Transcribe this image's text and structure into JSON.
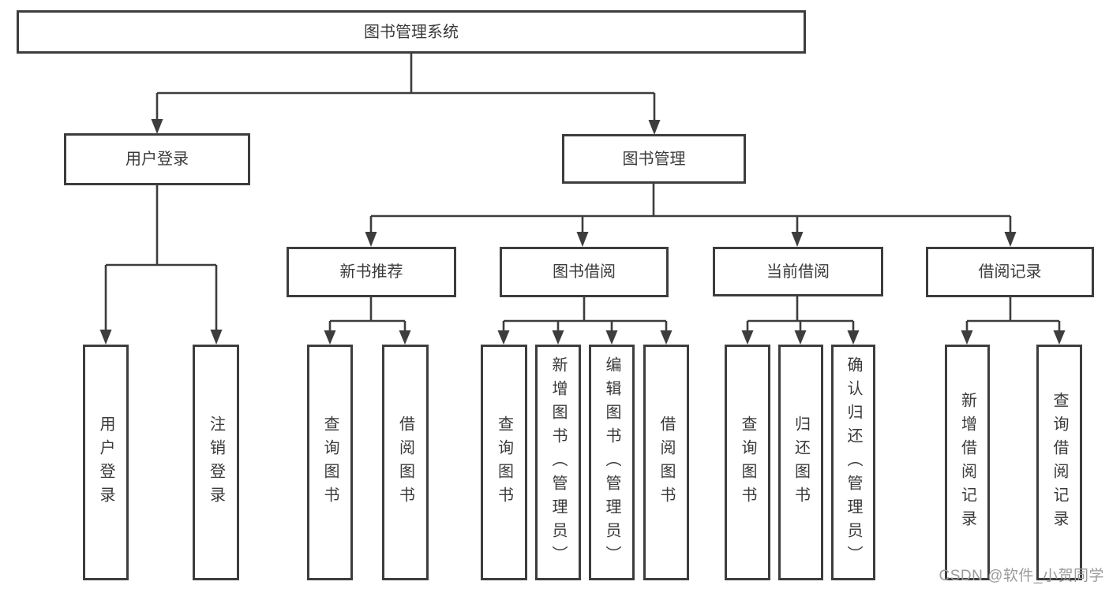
{
  "diagram": {
    "title": "图书管理系统",
    "type": "hierarchy-tree",
    "colors": {
      "line": "#3d3d3d",
      "box_border": "#3d3d3d",
      "text": "#3a3a3a",
      "background": "#ffffff",
      "watermark": "#9b9b9b"
    },
    "watermark": "CSDN @软件_小贺同学"
  },
  "tree": {
    "label": "图书管理系统",
    "children": [
      {
        "label": "用户登录",
        "children": [
          {
            "label": "用户登录"
          },
          {
            "label": "注销登录"
          }
        ]
      },
      {
        "label": "图书管理",
        "children": [
          {
            "label": "新书推荐",
            "children": [
              {
                "label": "查询图书"
              },
              {
                "label": "借阅图书"
              }
            ]
          },
          {
            "label": "图书借阅",
            "children": [
              {
                "label": "查询图书"
              },
              {
                "label": "新增图书（管理员）"
              },
              {
                "label": "编辑图书（管理员）"
              },
              {
                "label": "借阅图书"
              }
            ]
          },
          {
            "label": "当前借阅",
            "children": [
              {
                "label": "查询图书"
              },
              {
                "label": "归还图书"
              },
              {
                "label": "确认归还（管理员）"
              }
            ]
          },
          {
            "label": "借阅记录",
            "children": [
              {
                "label": "新增借阅记录"
              },
              {
                "label": "查询借阅记录"
              }
            ]
          }
        ]
      }
    ]
  }
}
